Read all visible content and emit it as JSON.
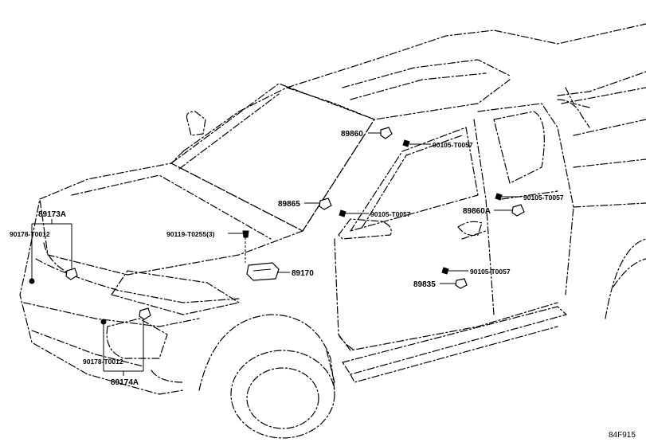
{
  "diagram": {
    "reference_code": "84F915",
    "parts": {
      "p89860": "89860",
      "p90105_top": "90105-T0057",
      "p89865": "89865",
      "p90105_mid": "90105-T0057",
      "p90105_right": "90105-T0057",
      "p89860a": "89860A",
      "p90119": "90119-T0255(3)",
      "p89170": "89170",
      "p90105_low": "90105-T0057",
      "p89835": "89835",
      "p89173a": "89173A",
      "p90178_top": "90178-T0012",
      "p90178_bot": "90178-T0012",
      "p89174a": "89174A"
    }
  }
}
